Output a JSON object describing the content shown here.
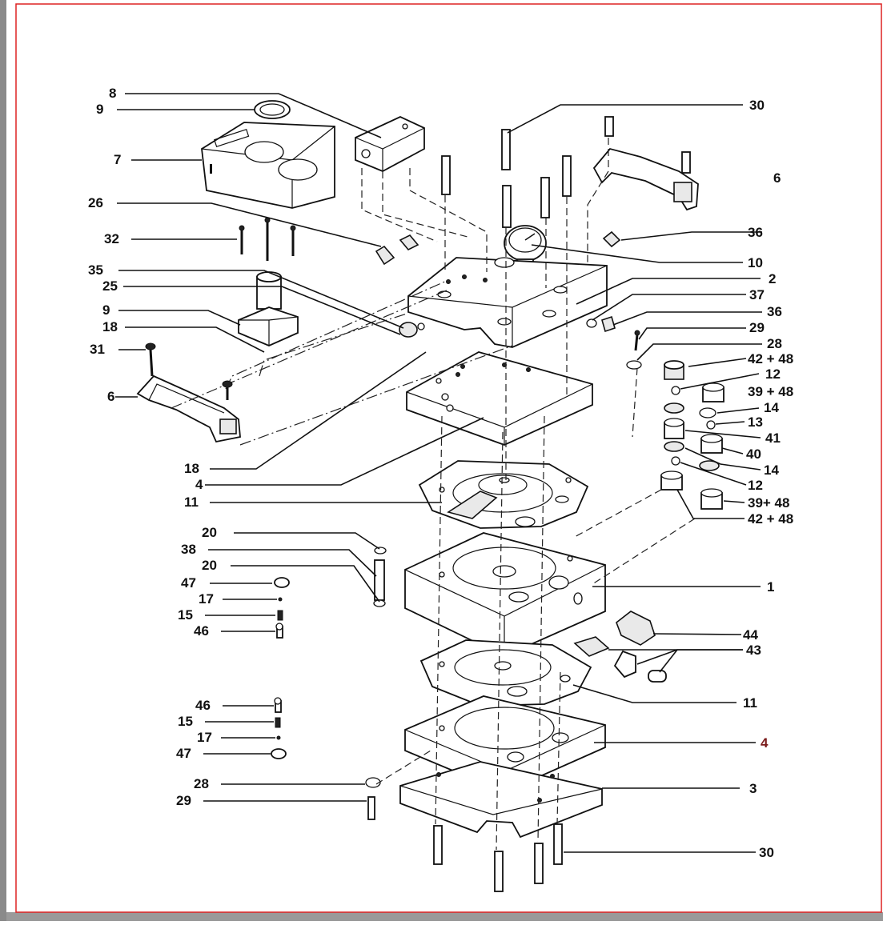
{
  "frame": {
    "border_color": "#dd2222",
    "shadow_color": "#8a8a8a"
  },
  "diagram": {
    "labels": [
      {
        "key": "l8",
        "text": "8"
      },
      {
        "key": "l9a",
        "text": "9"
      },
      {
        "key": "l7",
        "text": "7"
      },
      {
        "key": "l26",
        "text": "26"
      },
      {
        "key": "l32",
        "text": "32"
      },
      {
        "key": "l35",
        "text": "35"
      },
      {
        "key": "l25",
        "text": "25"
      },
      {
        "key": "l9b",
        "text": "9"
      },
      {
        "key": "l18a",
        "text": "18"
      },
      {
        "key": "l31",
        "text": "31"
      },
      {
        "key": "l6a",
        "text": "6"
      },
      {
        "key": "l18b",
        "text": "18"
      },
      {
        "key": "l4a",
        "text": "4"
      },
      {
        "key": "l11a",
        "text": "11"
      },
      {
        "key": "l20a",
        "text": "20"
      },
      {
        "key": "l38",
        "text": "38"
      },
      {
        "key": "l20b",
        "text": "20"
      },
      {
        "key": "l47a",
        "text": "47"
      },
      {
        "key": "l17a",
        "text": "17"
      },
      {
        "key": "l15a",
        "text": "15"
      },
      {
        "key": "l46a",
        "text": "46"
      },
      {
        "key": "l46b",
        "text": "46"
      },
      {
        "key": "l15b",
        "text": "15"
      },
      {
        "key": "l17b",
        "text": "17"
      },
      {
        "key": "l47b",
        "text": "47"
      },
      {
        "key": "l28b",
        "text": "28"
      },
      {
        "key": "l29b",
        "text": "29"
      },
      {
        "key": "l30a",
        "text": "30"
      },
      {
        "key": "l6b",
        "text": "6"
      },
      {
        "key": "l36a",
        "text": "36"
      },
      {
        "key": "l10",
        "text": "10"
      },
      {
        "key": "l2",
        "text": "2"
      },
      {
        "key": "l37",
        "text": "37"
      },
      {
        "key": "l36b",
        "text": "36"
      },
      {
        "key": "l29a",
        "text": "29"
      },
      {
        "key": "l28a",
        "text": "28"
      },
      {
        "key": "l4248a",
        "text": "42 + 48"
      },
      {
        "key": "l12a",
        "text": "12"
      },
      {
        "key": "l3948a",
        "text": "39 + 48"
      },
      {
        "key": "l14a",
        "text": "14"
      },
      {
        "key": "l13",
        "text": "13"
      },
      {
        "key": "l41",
        "text": "41"
      },
      {
        "key": "l40",
        "text": "40"
      },
      {
        "key": "l14b",
        "text": "14"
      },
      {
        "key": "l12b",
        "text": "12"
      },
      {
        "key": "l3948b",
        "text": "39+ 48"
      },
      {
        "key": "l4248b",
        "text": "42 + 48"
      },
      {
        "key": "l1",
        "text": "1"
      },
      {
        "key": "l44",
        "text": "44"
      },
      {
        "key": "l43",
        "text": "43"
      },
      {
        "key": "l11b",
        "text": "11"
      },
      {
        "key": "l4b",
        "text": "4"
      },
      {
        "key": "l3",
        "text": "3"
      },
      {
        "key": "l30b",
        "text": "30"
      }
    ]
  },
  "colors": {
    "label_default": "#111111",
    "label_highlight": "#7a1a1a"
  }
}
